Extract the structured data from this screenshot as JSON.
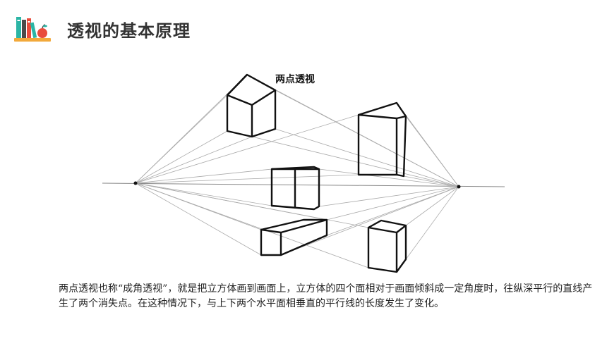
{
  "header": {
    "title": "透视的基本原理",
    "logo_icon": "books-and-apple-icon",
    "accent_colors": [
      "#2bb5a5",
      "#e94b3c",
      "#f2a93b",
      "#4a4a4a"
    ]
  },
  "figure": {
    "label": "两点透视",
    "left_vanishing_point": "vanishing-point-left",
    "right_vanishing_point": "vanishing-point-right",
    "boxes": [
      "box-top-left",
      "box-tall-right",
      "box-center",
      "box-flat-bottom-left",
      "box-bottom-right"
    ]
  },
  "body": {
    "paragraph": "两点透视也称“成角透视”，就是把立方体画到画面上，立方体的四个面相对于画面倾斜成一定角度时，往纵深平行的直线产生了两个消失点。在这种情况下，与上下两个水平面相垂直的平行线的长度发生了变化。"
  }
}
